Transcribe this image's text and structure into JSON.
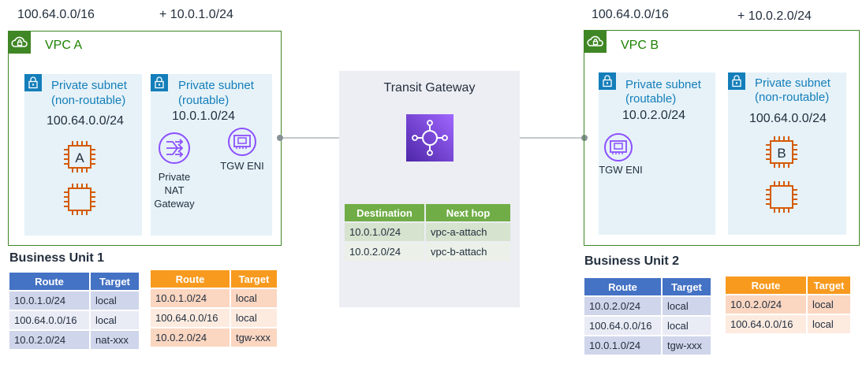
{
  "vpc_a": {
    "cidr_primary": "100.64.0.0/16",
    "cidr_secondary": "+ 10.0.1.0/24",
    "label": "VPC A",
    "subnet_nonroutable": {
      "title_line1": "Private subnet",
      "title_line2": "(non-routable)",
      "cidr": "100.64.0.0/24",
      "instance_label": "A"
    },
    "subnet_routable": {
      "title_line1": "Private subnet",
      "title_line2": "(routable)",
      "cidr": "10.0.1.0/24",
      "nat_label_line1": "Private",
      "nat_label_line2": "NAT",
      "nat_label_line3": "Gateway",
      "eni_label": "TGW ENI"
    }
  },
  "vpc_b": {
    "cidr_primary": "100.64.0.0/16",
    "cidr_secondary": "+ 10.0.2.0/24",
    "label": "VPC B",
    "subnet_routable": {
      "title_line1": "Private subnet",
      "title_line2": "(routable)",
      "cidr": "10.0.2.0/24",
      "eni_label": "TGW ENI"
    },
    "subnet_nonroutable": {
      "title_line1": "Private subnet",
      "title_line2": "(non-routable)",
      "cidr": "100.64.0.0/24",
      "instance_label": "B"
    }
  },
  "transit_gateway": {
    "title": "Transit Gateway",
    "route_table": {
      "headers": [
        "Destination",
        "Next hop"
      ],
      "rows": [
        [
          "10.0.1.0/24",
          "vpc-a-attach"
        ],
        [
          "10.0.2.0/24",
          "vpc-b-attach"
        ]
      ]
    }
  },
  "business_unit_1": {
    "title": "Business Unit 1",
    "table_blue": {
      "headers": [
        "Route",
        "Target"
      ],
      "rows": [
        [
          "10.0.1.0/24",
          "local"
        ],
        [
          "100.64.0.0/16",
          "local"
        ],
        [
          "10.0.2.0/24",
          "nat-xxx"
        ]
      ]
    },
    "table_orange": {
      "headers": [
        "Route",
        "Target"
      ],
      "rows": [
        [
          "10.0.1.0/24",
          "local"
        ],
        [
          "100.64.0.0/16",
          "local"
        ],
        [
          "10.0.2.0/24",
          "tgw-xxx"
        ]
      ]
    }
  },
  "business_unit_2": {
    "title": "Business Unit 2",
    "table_blue": {
      "headers": [
        "Route",
        "Target"
      ],
      "rows": [
        [
          "10.0.2.0/24",
          "local"
        ],
        [
          "100.64.0.0/16",
          "local"
        ],
        [
          "10.0.1.0/24",
          "tgw-xxx"
        ]
      ]
    },
    "table_orange": {
      "headers": [
        "Route",
        "Target"
      ],
      "rows": [
        [
          "10.0.2.0/24",
          "local"
        ],
        [
          "100.64.0.0/16",
          "local"
        ]
      ]
    }
  },
  "colors": {
    "vpc_border": "#3f8624",
    "subnet_bg": "#e6f2f8",
    "subnet_title": "#147eba",
    "instance": "#d45b07",
    "eni": "#8c4fff",
    "tgw_icon": "#8c4fff"
  }
}
